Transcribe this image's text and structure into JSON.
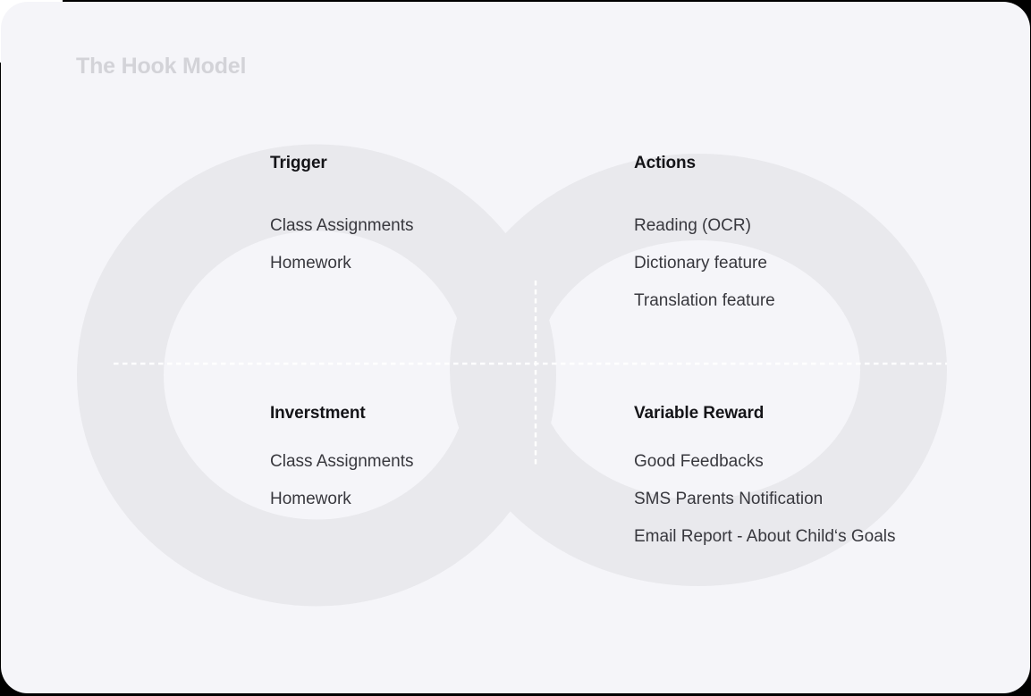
{
  "title": "The Hook Model",
  "colors": {
    "outer_background": "#000000",
    "card_background": "#f5f5f9",
    "loop_gray": "#e9e9ed",
    "dashed_divider": "#ffffff",
    "title_text": "#d3d3d8",
    "heading_text": "#141418",
    "item_text": "#38383e"
  },
  "quadrants": [
    {
      "id": "trigger",
      "label": "Trigger",
      "items": [
        "Class Assignments",
        "Homework"
      ]
    },
    {
      "id": "actions",
      "label": "Actions",
      "items": [
        "Reading (OCR)",
        "Dictionary feature",
        "Translation feature"
      ]
    },
    {
      "id": "investment",
      "label": "Inverstment",
      "items": [
        "Class Assignments",
        "Homework"
      ]
    },
    {
      "id": "variable-reward",
      "label": "Variable Reward",
      "items": [
        "Good Feedbacks",
        "SMS Parents Notification",
        "Email Report - About Child‘s Goals"
      ]
    }
  ]
}
